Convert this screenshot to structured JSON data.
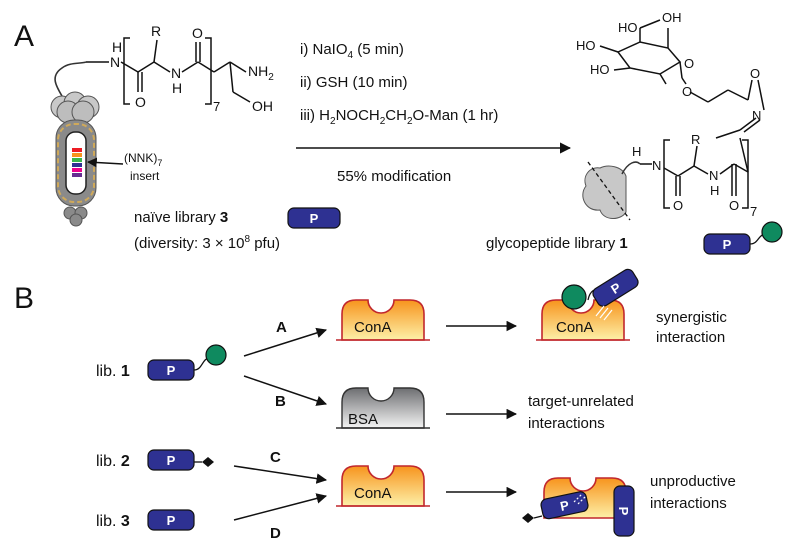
{
  "panel_a": {
    "label": "A",
    "peptide": {
      "nh_left": "H",
      "n_left": "N",
      "r_group": "R",
      "o_left": "O",
      "nh_mid_h": "H",
      "nh_mid_n": "N",
      "o_right": "O",
      "nh2": "NH",
      "nh2_sub": "2",
      "oh": "OH",
      "repeat": "7"
    },
    "conditions": [
      {
        "pre": "i) NaIO",
        "sub": "4",
        "post": " (5 min)"
      },
      {
        "pre": "ii) GSH (10 min)",
        "sub": "",
        "post": ""
      },
      {
        "pre": "iii) H",
        "sub": "2",
        "post": "NOCH",
        "sub2": "2",
        "post2": "CH",
        "sub3": "2",
        "post3": "O-Man (1 hr)"
      }
    ],
    "yield": "55% modification",
    "insert_label_main": "(NNK)",
    "insert_label_sub": "7",
    "insert_label_line2": "insert",
    "naive_library_prefix": "naïve library ",
    "naive_library_number": "3",
    "diversity_prefix": "(diversity: 3 × 10",
    "diversity_exp": "8",
    "diversity_suffix": " pfu)",
    "sugar": {
      "oh1": "HO",
      "oh2": "OH",
      "oh3": "HO",
      "oh4": "HO",
      "o_ring": "O",
      "o_link": "O",
      "o_oxime": "O",
      "n_oxime": "N"
    },
    "product": {
      "h_left": "H",
      "n_left": "N",
      "r_group": "R",
      "o_left": "O",
      "h_mid": "H",
      "n_mid": "N",
      "o_right": "O",
      "repeat": "7"
    },
    "glyco_library_prefix": "glycopeptide library ",
    "glyco_library_number": "1",
    "p_badge": "P"
  },
  "panel_b": {
    "label": "B",
    "libraries": [
      {
        "prefix": "lib. ",
        "number": "1"
      },
      {
        "prefix": "lib. ",
        "number": "2"
      },
      {
        "prefix": "lib. ",
        "number": "3"
      }
    ],
    "routes": [
      "A",
      "B",
      "C",
      "D"
    ],
    "targets": {
      "cona": "ConA",
      "bsa": "BSA"
    },
    "outcomes": {
      "synergistic": [
        "synergistic",
        "interaction"
      ],
      "unrelated": [
        "target-unrelated",
        "interactions"
      ],
      "unproductive": [
        "unproductive",
        "interactions"
      ]
    },
    "p_badge": "P"
  },
  "colors": {
    "p_badge_fill": "#2e3192",
    "mannose_green": "#0f8a5f",
    "cona_top": "#f7941d",
    "cona_bottom": "#fdf0a8",
    "cona_outline": "#c1272d",
    "bsa_top": "#6d6e71",
    "bsa_bottom": "#f2f2f2",
    "phage_gray": "#c8c8c8"
  }
}
